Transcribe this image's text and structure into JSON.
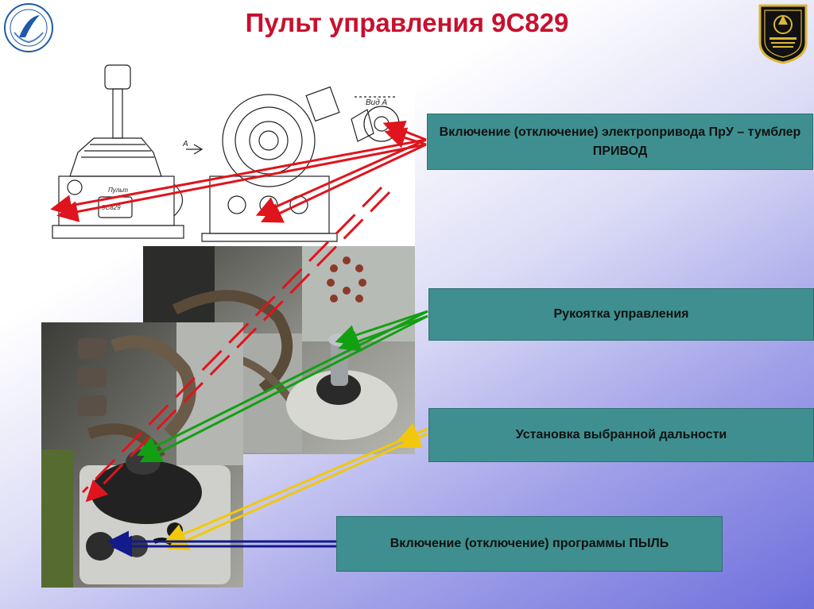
{
  "title": "Пульт управления 9С829",
  "callouts": {
    "drive": "Включение (отключение) электропривода ПрУ – тумблер ПРИВОД",
    "handle": "Рукоятка управления",
    "range": "Установка выбранной дальности",
    "program": "Включение (отключение) программы ПЫЛЬ"
  },
  "drawing_labels": {
    "view_a": "Вид А",
    "marker_a": "А",
    "pult": "Пульт",
    "plate": "9С829"
  },
  "colors": {
    "title": "#c8102e",
    "callout_bg": "#3f8f90",
    "arrow_red": "#e0141c",
    "arrow_green": "#12a012",
    "arrow_yellow": "#f2c80c",
    "arrow_blue": "#121a8c"
  },
  "icons": [
    "left-emblem-icon",
    "right-emblem-icon"
  ]
}
